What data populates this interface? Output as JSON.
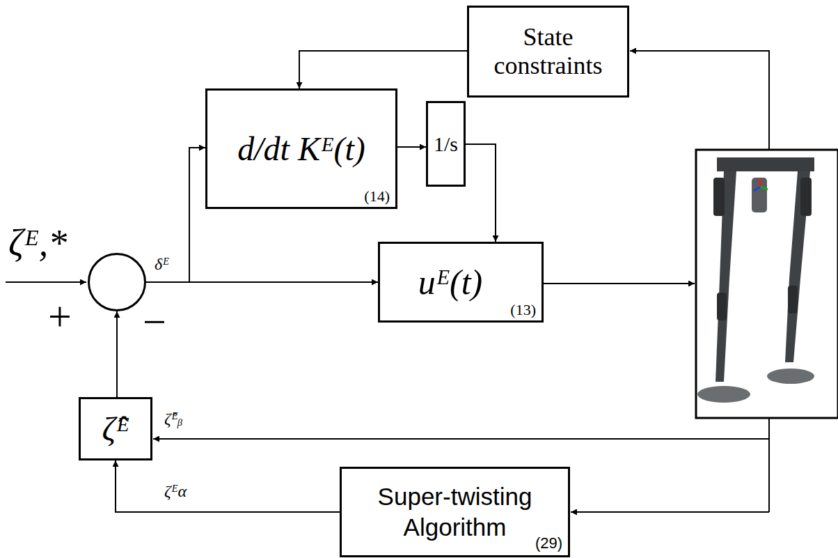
{
  "diagram": {
    "nodes": [
      {
        "text": [
          "State constraints"
        ]
      },
      {
        "text": [
          "d/dt Kᴱ(t)",
          "(14)"
        ]
      },
      {
        "text": [
          "1/s"
        ]
      },
      {
        "text": [
          "+",
          "−"
        ]
      },
      {
        "text": [
          "uᴱ(t)",
          "(13)"
        ]
      },
      {
        "text": [
          "ζ̂ᴱ"
        ]
      },
      {
        "text": [
          "Super-twisting Algorithm",
          "(29)"
        ]
      }
    ],
    "edges": [
      {
        "from": 0,
        "to": 1,
        "arrow": "to"
      },
      {
        "from": 3,
        "to": 1,
        "arrow": "to"
      },
      {
        "from": 1,
        "to": 2,
        "arrow": "to"
      },
      {
        "from": 2,
        "to": 4,
        "arrow": "to"
      },
      {
        "from": 3,
        "to": 4,
        "arrow": "to"
      },
      {
        "from": 5,
        "to": 3,
        "arrow": "to"
      },
      {
        "from": 6,
        "to": 5,
        "arrow": "to"
      }
    ],
    "labels": [
      "ζᴱ,*",
      "δᴱ",
      "ζ̂ᴱᵦ",
      "ζᴱα"
    ]
  }
}
